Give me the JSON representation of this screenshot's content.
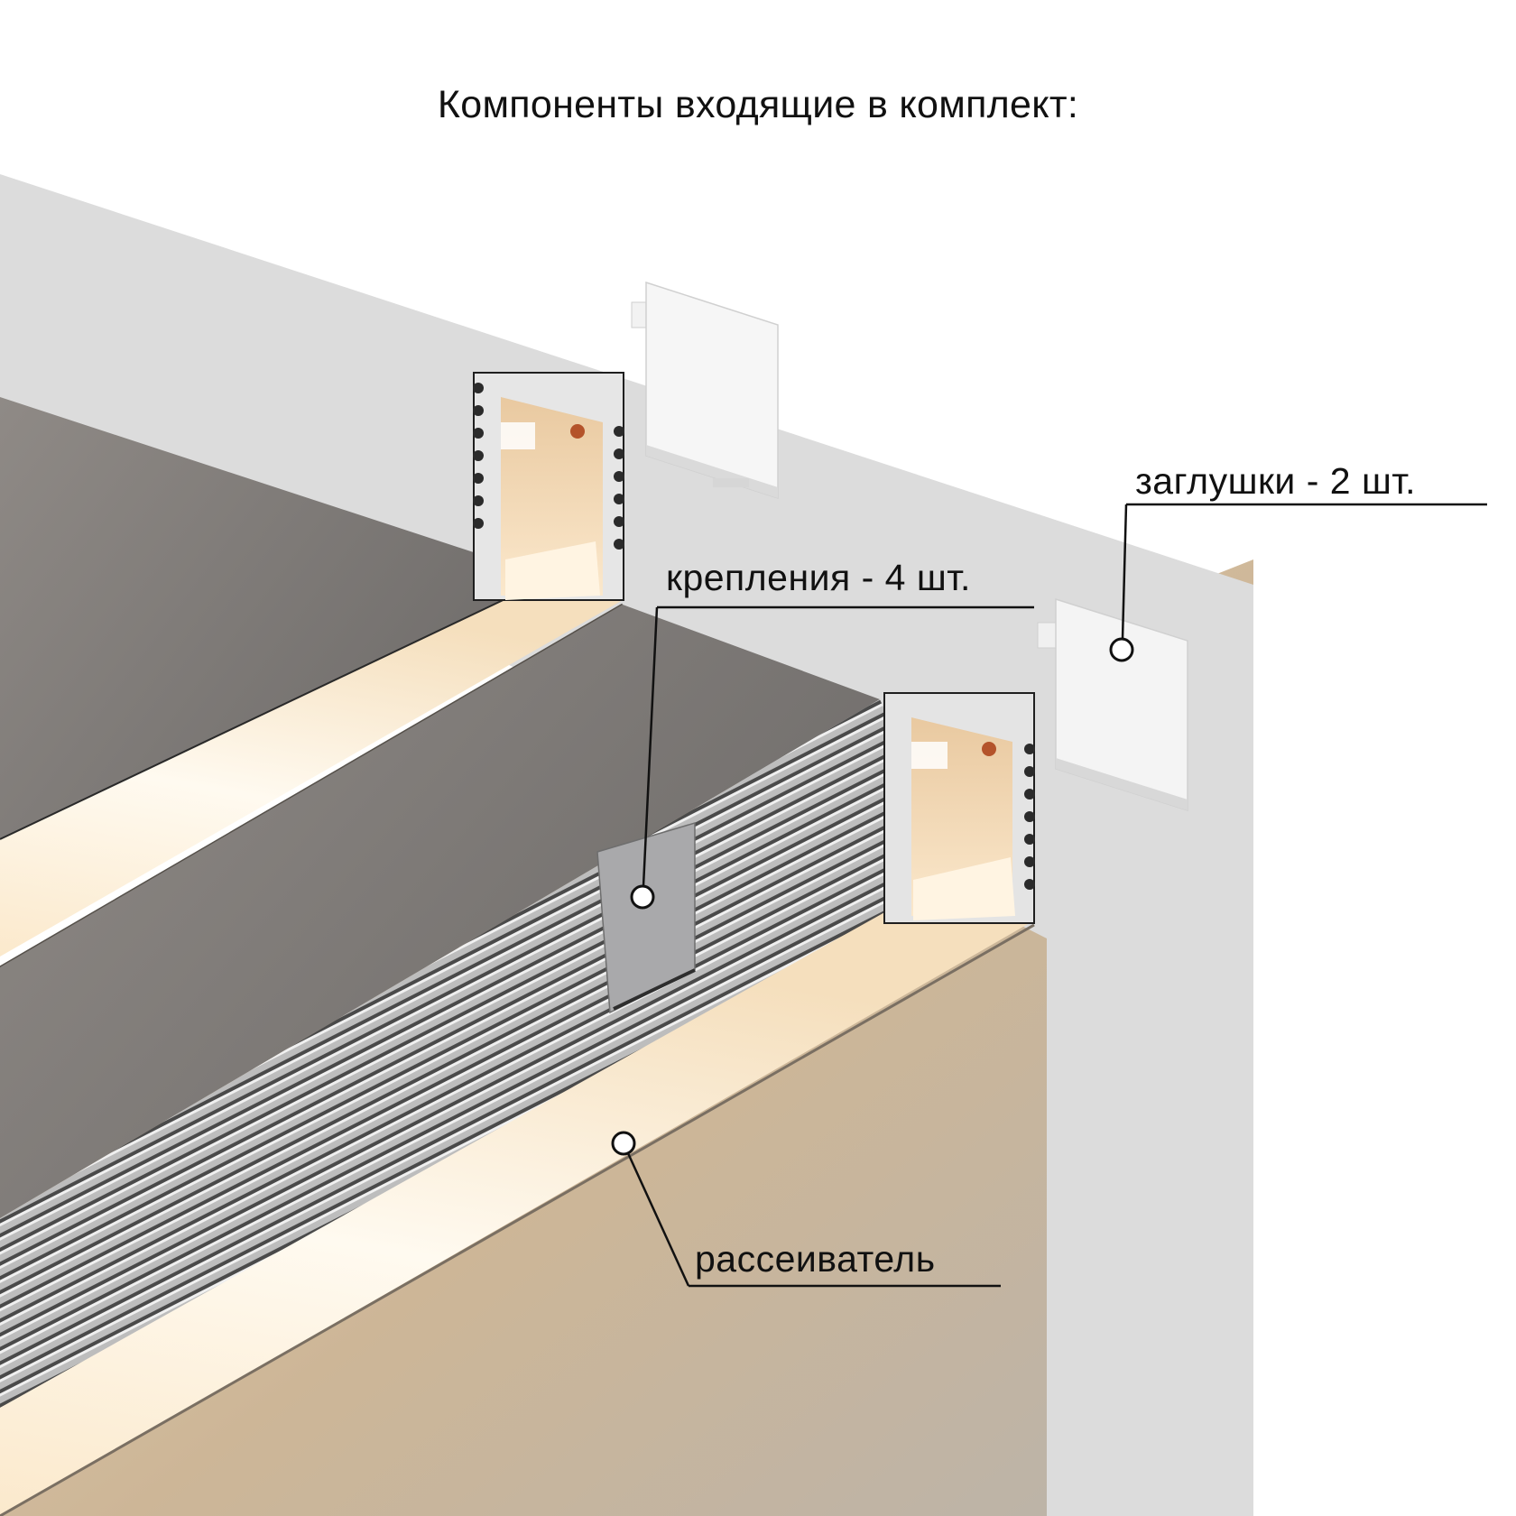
{
  "title": "Компоненты входящие в комплект:",
  "callouts": [
    {
      "id": "end-caps",
      "label": "заглушки - 2 шт."
    },
    {
      "id": "mounting-clips",
      "label": "крепления - 4 шт."
    },
    {
      "id": "diffuser",
      "label": "рассеиватель"
    }
  ],
  "colors": {
    "background": "#ffffff",
    "wall": "#dcdcdc",
    "ceiling_shadow": "#8c8885",
    "profile_aluminium": "#c8c8c8",
    "diffuser_glow": "#fff8e8",
    "warm_wall": "#cdb89c",
    "text": "#111111"
  }
}
